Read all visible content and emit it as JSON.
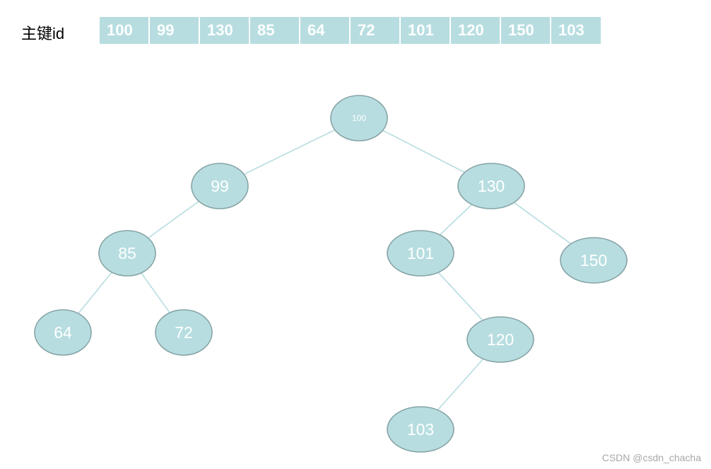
{
  "header": {
    "key_label": "主键id",
    "ids": [
      "100",
      "99",
      "130",
      "85",
      "64",
      "72",
      "101",
      "120",
      "150",
      "103"
    ]
  },
  "tree": {
    "nodes": [
      {
        "id": "n100",
        "label": "100"
      },
      {
        "id": "n99",
        "label": "99"
      },
      {
        "id": "n130",
        "label": "130"
      },
      {
        "id": "n85",
        "label": "85"
      },
      {
        "id": "n101",
        "label": "101"
      },
      {
        "id": "n150",
        "label": "150"
      },
      {
        "id": "n64",
        "label": "64"
      },
      {
        "id": "n72",
        "label": "72"
      },
      {
        "id": "n120",
        "label": "120"
      },
      {
        "id": "n103",
        "label": "103"
      }
    ],
    "edges": [
      [
        "n100",
        "n99"
      ],
      [
        "n100",
        "n130"
      ],
      [
        "n99",
        "n85"
      ],
      [
        "n85",
        "n64"
      ],
      [
        "n85",
        "n72"
      ],
      [
        "n130",
        "n101"
      ],
      [
        "n130",
        "n150"
      ],
      [
        "n101",
        "n120"
      ],
      [
        "n120",
        "n103"
      ]
    ]
  },
  "colors": {
    "node_fill": "#b7dde0",
    "node_stroke": "#86a3a5",
    "edge": "#b7dde0",
    "text": "#ffffff"
  },
  "watermark": "CSDN @csdn_chacha"
}
